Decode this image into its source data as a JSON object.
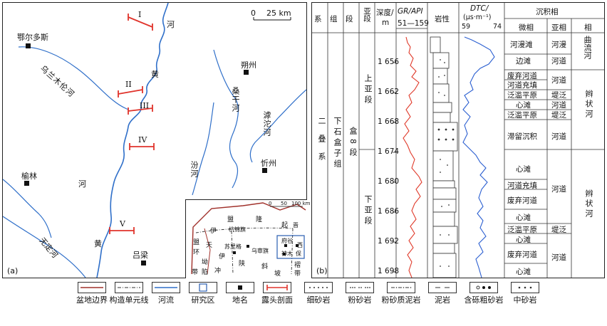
{
  "map": {
    "panel_label": "(a)",
    "scale": {
      "zero": "0",
      "distance": "25 km"
    },
    "places": [
      {
        "id": "eerduosi",
        "name": "鄂尔多斯"
      },
      {
        "id": "shuozhou",
        "name": "朔州"
      },
      {
        "id": "yulin",
        "name": "榆林"
      },
      {
        "id": "xinzhou",
        "name": "忻州"
      },
      {
        "id": "lvliang",
        "name": "吕梁"
      }
    ],
    "rivers": [
      {
        "id": "wulanmulun",
        "name": "乌兰木伦河"
      },
      {
        "id": "huang",
        "name": "黄"
      },
      {
        "id": "he_top",
        "name": "河"
      },
      {
        "id": "he_mid",
        "name": "河"
      },
      {
        "id": "huang_lower",
        "name": "黄"
      },
      {
        "id": "wuding",
        "name": "无定河"
      },
      {
        "id": "sanggan",
        "name": "桑干河"
      },
      {
        "id": "hutuo",
        "name": "滹沱河"
      },
      {
        "id": "fen",
        "name": "汾河"
      }
    ],
    "sections": [
      "I",
      "II",
      "III",
      "IV",
      "V"
    ],
    "inset": {
      "scale": {
        "zero": "0",
        "mid": "50",
        "max": "100 km"
      },
      "labels": [
        "盟",
        "隆",
        "起",
        "伊",
        "杭锦旗",
        "晋",
        "天",
        "苏里格",
        "乌审旗",
        "府谷",
        "西",
        "环",
        "盟",
        "神木",
        "保",
        "坳",
        "陷",
        "伊",
        "陕",
        "斜",
        "带",
        "坡",
        "褶",
        "冲",
        "带"
      ]
    }
  },
  "column": {
    "panel_label": "(b)",
    "headers": {
      "xi": "系",
      "zu": "组",
      "duan": "段",
      "yaduan": "亚段",
      "depth": "深度/",
      "depth_unit": "m",
      "gr": "GR/API",
      "gr_range": "51—159",
      "lithology": "岩性",
      "dtc": "DTC/",
      "dtc_unit": "(μs·m⁻¹)",
      "dtc_range_min": "59",
      "dtc_range_max": "74",
      "facies": "沉积相",
      "microfacies": "微相",
      "subfacies": "亚相",
      "facies_col": "相"
    },
    "system": "二叠系",
    "formation": "下石盒子组",
    "member": "盒8段",
    "submembers": [
      "上亚段",
      "下亚段"
    ],
    "depths": [
      "1 656",
      "1 662",
      "1 668",
      "1 674",
      "1 680",
      "1 686",
      "1 692",
      "1 698"
    ],
    "microfacies": [
      "河漫滩",
      "边滩",
      "废弃河道",
      "河道充填",
      "泛滥平原",
      "心滩",
      "泛滥平原",
      "滞留沉积",
      "心滩",
      "河道充填",
      "废弃河道",
      "心滩",
      "泛滥平原",
      "心滩",
      "废弃河道",
      "心滩"
    ],
    "subfacies": [
      "河漫",
      "河道",
      "河道",
      "堤泛",
      "河道",
      "堤泛",
      "河道",
      "河道",
      "堤泛",
      "河道"
    ],
    "facies": [
      "曲流河",
      "辫状河",
      "辫状河"
    ]
  },
  "legend": [
    {
      "id": "basin-boundary",
      "label": "盆地边界"
    },
    {
      "id": "tectonic-line",
      "label": "构造单元线"
    },
    {
      "id": "river",
      "label": "河流"
    },
    {
      "id": "study-area",
      "label": "研究区"
    },
    {
      "id": "place",
      "label": "地名"
    },
    {
      "id": "outcrop-section",
      "label": "露头剖面"
    },
    {
      "id": "fine-sandstone",
      "label": "细砂岩"
    },
    {
      "id": "siltstone",
      "label": "粉砂岩"
    },
    {
      "id": "silty-mudstone",
      "label": "粉砂质泥岩"
    },
    {
      "id": "mudstone",
      "label": "泥岩"
    },
    {
      "id": "pebbly-sandstone",
      "label": "含砾粗砂岩"
    },
    {
      "id": "medium-sandstone",
      "label": "中砂岩"
    }
  ],
  "colors": {
    "river": "#2f6fc9",
    "basin": "#a0302a",
    "section": "#e0332b",
    "gr_curve": "#e03a2a",
    "dtc_curve": "#2b5fd1",
    "study_box": "#2a5db0"
  }
}
